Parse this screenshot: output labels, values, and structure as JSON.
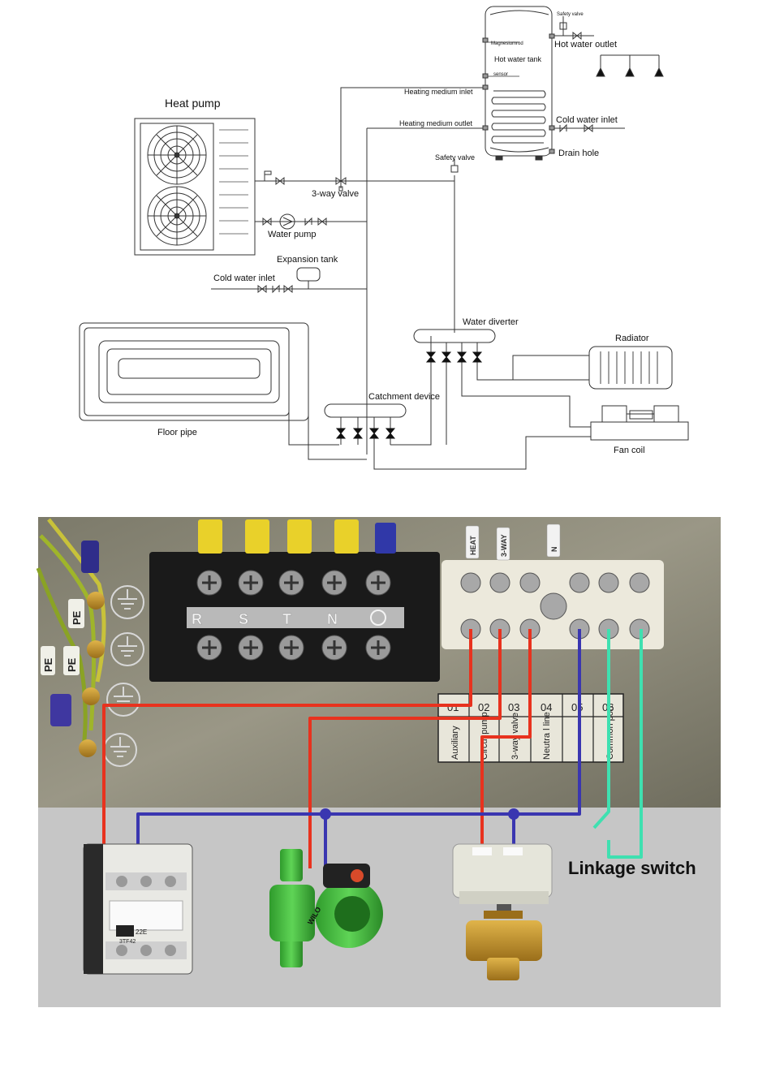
{
  "diagram": {
    "heat_pump": "Heat pump",
    "three_way_valve": "3-way valve",
    "water_pump": "Water pump",
    "expansion_tank": "Expansion tank",
    "cold_water_inlet_left": "Cold water inlet",
    "floor_pipe": "Floor pipe",
    "catchment_device": "Catchment device",
    "water_diverter": "Water diverter",
    "radiator": "Radiator",
    "fan_coil": "Fan coil",
    "safety_valve_mid": "Safety valve",
    "heating_medium_inlet": "Heating medium  inlet",
    "heating_medium_outlet": "Heating medium  outlet",
    "tank": {
      "safety_valve": "Safety valve",
      "magnesium_rod": "Magnesiumrod",
      "hot_water_tank": "Hot water tank",
      "sensor": "sensor",
      "hot_water_outlet": "Hot water outlet",
      "cold_water_inlet": "Cold water inlet",
      "drain_hole": "Drain hole"
    }
  },
  "photo": {
    "terminal_letters": [
      "R",
      "S",
      "T",
      "N"
    ],
    "pe_labels": [
      "PE",
      "PE",
      "PE"
    ],
    "wire_tags": [
      "HEAT",
      "3-WAY",
      "N"
    ],
    "terminal_table": {
      "numbers": [
        "01",
        "02",
        "03",
        "04",
        "05",
        "06"
      ],
      "names": [
        "Auxiliary",
        "Circul pump",
        "3-way valve",
        "Neutra l line",
        "",
        "Common port"
      ]
    },
    "linkage_switch": "Linkage switch",
    "pump_brand": "WILO",
    "contactor_text": [
      "3TF42",
      "22E"
    ]
  },
  "colors": {
    "live_wire": "#e8321e",
    "neutral_wire": "#3a36b0",
    "linkage_wire": "#3fe0b0",
    "pump_green": "#3fbf3a",
    "valve_brass": "#c8962a"
  }
}
